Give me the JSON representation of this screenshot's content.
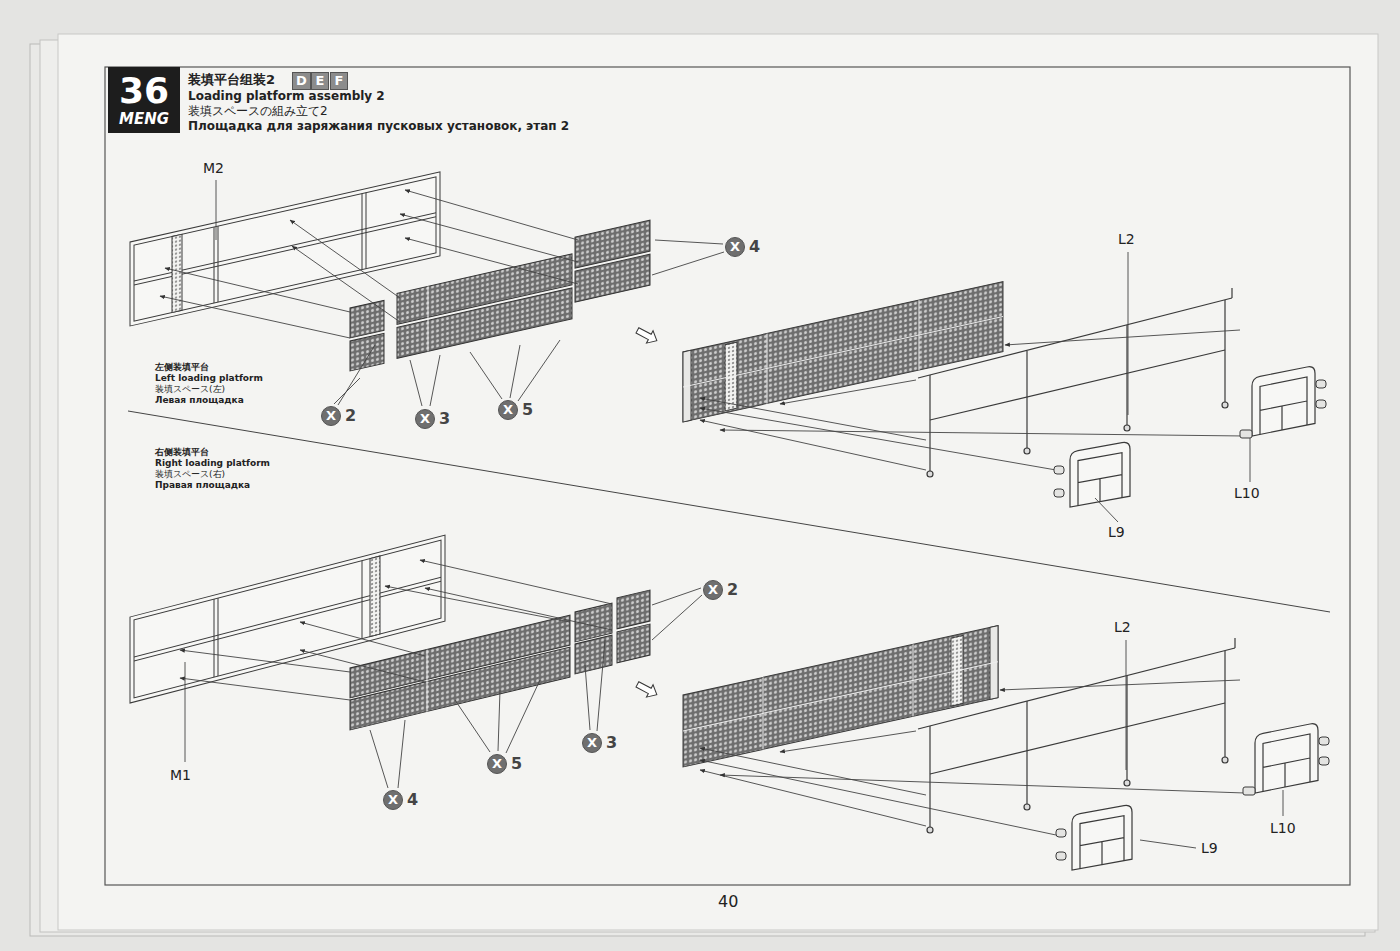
{
  "diagram": {
    "title": "装填平台组装2",
    "nodes": [
      {
        "text": [
          "36",
          "MENG"
        ]
      },
      {
        "text": [
          "D"
        ]
      },
      {
        "text": [
          "E"
        ]
      },
      {
        "text": [
          "F"
        ]
      },
      {
        "text": [
          "X",
          "4"
        ]
      },
      {
        "text": [
          "X",
          "2"
        ]
      },
      {
        "text": [
          "X",
          "3"
        ]
      },
      {
        "text": [
          "X",
          "5"
        ]
      },
      {
        "text": [
          "X",
          "2"
        ]
      },
      {
        "text": [
          "X",
          "3"
        ]
      },
      {
        "text": [
          "X",
          "5"
        ]
      },
      {
        "text": [
          "X",
          "4"
        ]
      }
    ],
    "labels": [
      "Loading platform assembly 2",
      "装填スペースの組み立て2",
      "Площадка для заряжания пусковых установок, этап 2",
      "M2",
      "L2",
      "左侧装填平台",
      "Left loading platform",
      "装填スペース(左)",
      "Левая площадка",
      "L10",
      "L9",
      "右侧装填平台",
      "Right loading platform",
      "装填スペース(右)",
      "Правая площадка",
      "L2",
      "M1",
      "L10",
      "L9",
      "40"
    ]
  }
}
